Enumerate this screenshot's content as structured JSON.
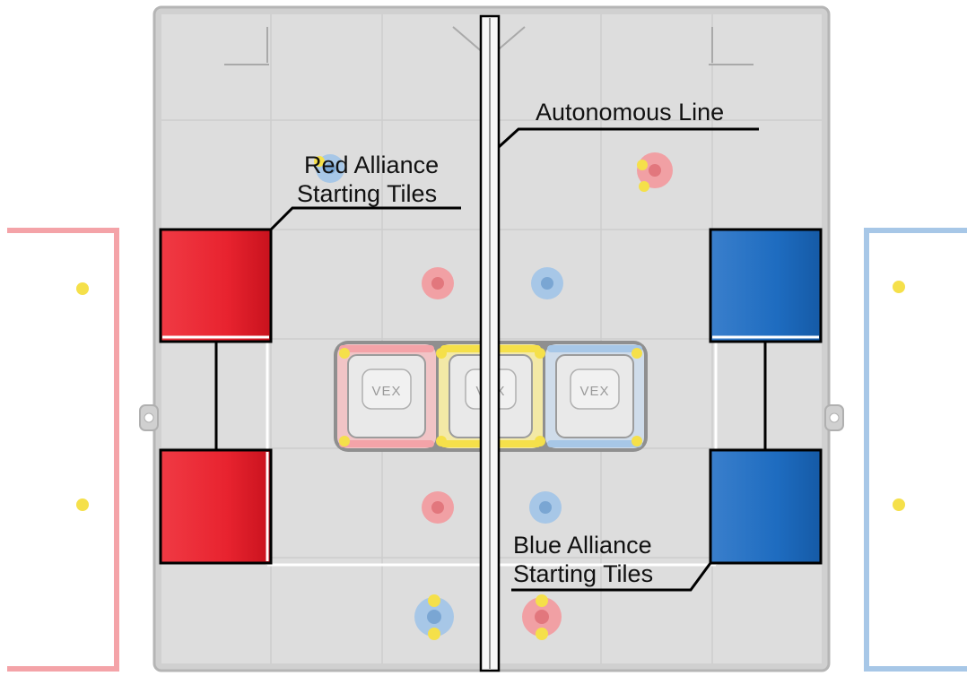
{
  "labels": {
    "autonomous_line": "Autonomous Line",
    "red_tiles_line1": "Red Alliance",
    "red_tiles_line2": "Starting Tiles",
    "blue_tiles_line1": "Blue Alliance",
    "blue_tiles_line2": "Starting Tiles",
    "goal_logo": "VEX"
  },
  "colors": {
    "red_alliance": "#e8232f",
    "blue_alliance": "#1e6cc0",
    "red_zone_outline": "#f4a3a8",
    "blue_zone_outline": "#a7c7e7",
    "field_tile": "#dcdcdc",
    "ball_yellow": "#f5e04a"
  }
}
